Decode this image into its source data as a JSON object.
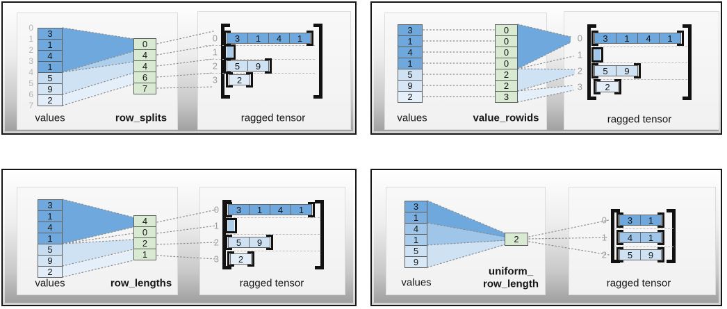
{
  "palette": {
    "green": "#d9ead3",
    "fan_dark": "#6fa8dc",
    "fan_mid": "#9fc5e8",
    "fan_wedge": "#aecfeb",
    "fan_light": "#cfe2f3",
    "fan_xlight": "#e4eff9"
  },
  "panels": {
    "tl": {
      "values_label": "values",
      "method_label": "row_splits",
      "tensor_label": "ragged tensor",
      "boundaries": [
        "0",
        "1",
        "2",
        "3",
        "4",
        "5",
        "6",
        "7"
      ],
      "values": [
        "3",
        "1",
        "4",
        "1",
        "5",
        "9",
        "2"
      ],
      "value_colors": [
        "#6fa8dc",
        "#6fa8dc",
        "#6fa8dc",
        "#6fa8dc",
        "#c6dcf1",
        "#d3e4f5",
        "#e2edf9"
      ],
      "param": [
        "0",
        "4",
        "4",
        "6",
        "7"
      ],
      "tensor": {
        "row_labels": [
          "0",
          "1",
          "2",
          "3"
        ],
        "rows": [
          [
            "3",
            "1",
            "4",
            "1"
          ],
          [],
          [
            "5",
            "9"
          ],
          [
            "2"
          ]
        ],
        "row_colors": [
          "#6fa8dc",
          "#a9cbea",
          "#cfe2f3",
          "#dfecf8"
        ]
      }
    },
    "tr": {
      "values_label": "values",
      "method_label": "value_rowids",
      "tensor_label": "ragged tensor",
      "values": [
        "3",
        "1",
        "4",
        "1",
        "5",
        "9",
        "2"
      ],
      "value_colors": [
        "#6fa8dc",
        "#6fa8dc",
        "#6fa8dc",
        "#6fa8dc",
        "#cfe2f3",
        "#d6e6f6",
        "#e6f0fa"
      ],
      "param": [
        "0",
        "0",
        "0",
        "0",
        "2",
        "2",
        "3"
      ],
      "tensor": {
        "row_labels": [
          "0",
          "1",
          "2",
          "3"
        ],
        "rows": [
          [
            "3",
            "1",
            "4",
            "1"
          ],
          [],
          [
            "5",
            "9"
          ],
          [
            "2"
          ]
        ],
        "row_colors": [
          "#6fa8dc",
          "#9fc5e8",
          "#cfe2f3",
          "#e3eef9"
        ]
      }
    },
    "bl": {
      "values_label": "values",
      "method_label": "row_lengths",
      "tensor_label": "ragged tensor",
      "values": [
        "3",
        "1",
        "4",
        "1",
        "5",
        "9",
        "2"
      ],
      "value_colors": [
        "#6fa8dc",
        "#6fa8dc",
        "#6fa8dc",
        "#6fa8dc",
        "#c6dcf1",
        "#d3e4f5",
        "#e2edf9"
      ],
      "param": [
        "4",
        "0",
        "2",
        "1"
      ],
      "tensor": {
        "row_labels": [
          "0",
          "1",
          "2",
          "3"
        ],
        "rows": [
          [
            "3",
            "1",
            "4",
            "1"
          ],
          [],
          [
            "5",
            "9"
          ],
          [
            "2"
          ]
        ],
        "row_colors": [
          "#6fa8dc",
          "#aecfeb",
          "#cfe2f3",
          "#e3eef9"
        ]
      }
    },
    "br": {
      "values_label": "values",
      "method_label_line1": "uniform_",
      "method_label_line2": "row_length",
      "tensor_label": "ragged tensor",
      "values": [
        "3",
        "1",
        "4",
        "1",
        "5",
        "9"
      ],
      "value_colors": [
        "#6fa8dc",
        "#7badde",
        "#9fc5e8",
        "#abcdec",
        "#cfe2f3",
        "#d9e8f7"
      ],
      "param": [
        "2"
      ],
      "tensor": {
        "row_labels": [
          "0",
          "1",
          "2"
        ],
        "rows": [
          [
            "3",
            "1"
          ],
          [
            "4",
            "1"
          ],
          [
            "5",
            "9"
          ]
        ],
        "row_colors": [
          "#6fa8dc",
          "#9fc5e8",
          "#cfe2f3"
        ]
      }
    }
  }
}
